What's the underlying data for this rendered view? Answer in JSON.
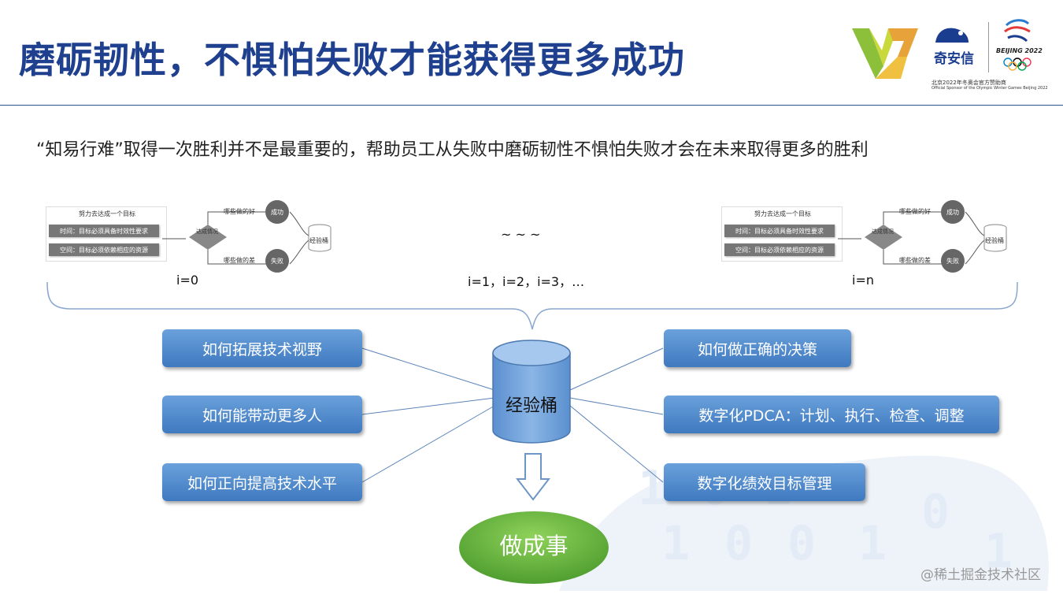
{
  "title": "磨砺韧性，不惧怕失败才能获得更多成功",
  "subtitle": "“知易行难”取得一次胜利并不是最重要的，帮助员工从失败中磨砺韧性不惧怕失败才会在未来取得更多的胜利",
  "brand": {
    "company": "奇安信",
    "olympic": "BEIJING 2022",
    "sponsor_cn": "北京2022年冬奥会官方赞助商",
    "sponsor_en": "Official Sponsor of the Olympic Winter Games Beijing 2022"
  },
  "mini_diagram": {
    "goal": "努力去达成一个目标",
    "time": "时间：目标必须具备时效性要求",
    "space": "空间：目标必须依赖相应的资源",
    "decision": "达成情况",
    "good": "哪些做的好",
    "bad": "哪些做的差",
    "success": "成功",
    "failure": "失败",
    "bucket": "经验桶"
  },
  "iterations": {
    "first": "i=0",
    "tilde": "~ ~ ~",
    "middle": "i=1，i=2，i=3，…",
    "last": "i=n"
  },
  "left_boxes": [
    "如何拓展技术视野",
    "如何能带动更多人",
    "如何正向提高技术水平"
  ],
  "right_boxes": [
    "如何做正确的决策",
    "数字化PDCA：计划、执行、检查、调整",
    "数字化绩效目标管理"
  ],
  "center_bucket": "经验桶",
  "result": "做成事",
  "watermark": "@稀土掘金技术社区",
  "colors": {
    "title": "#1f3f8f",
    "box": "#4f8ad0",
    "result": "#5aa83a",
    "bucket": "#6a9ed8"
  }
}
